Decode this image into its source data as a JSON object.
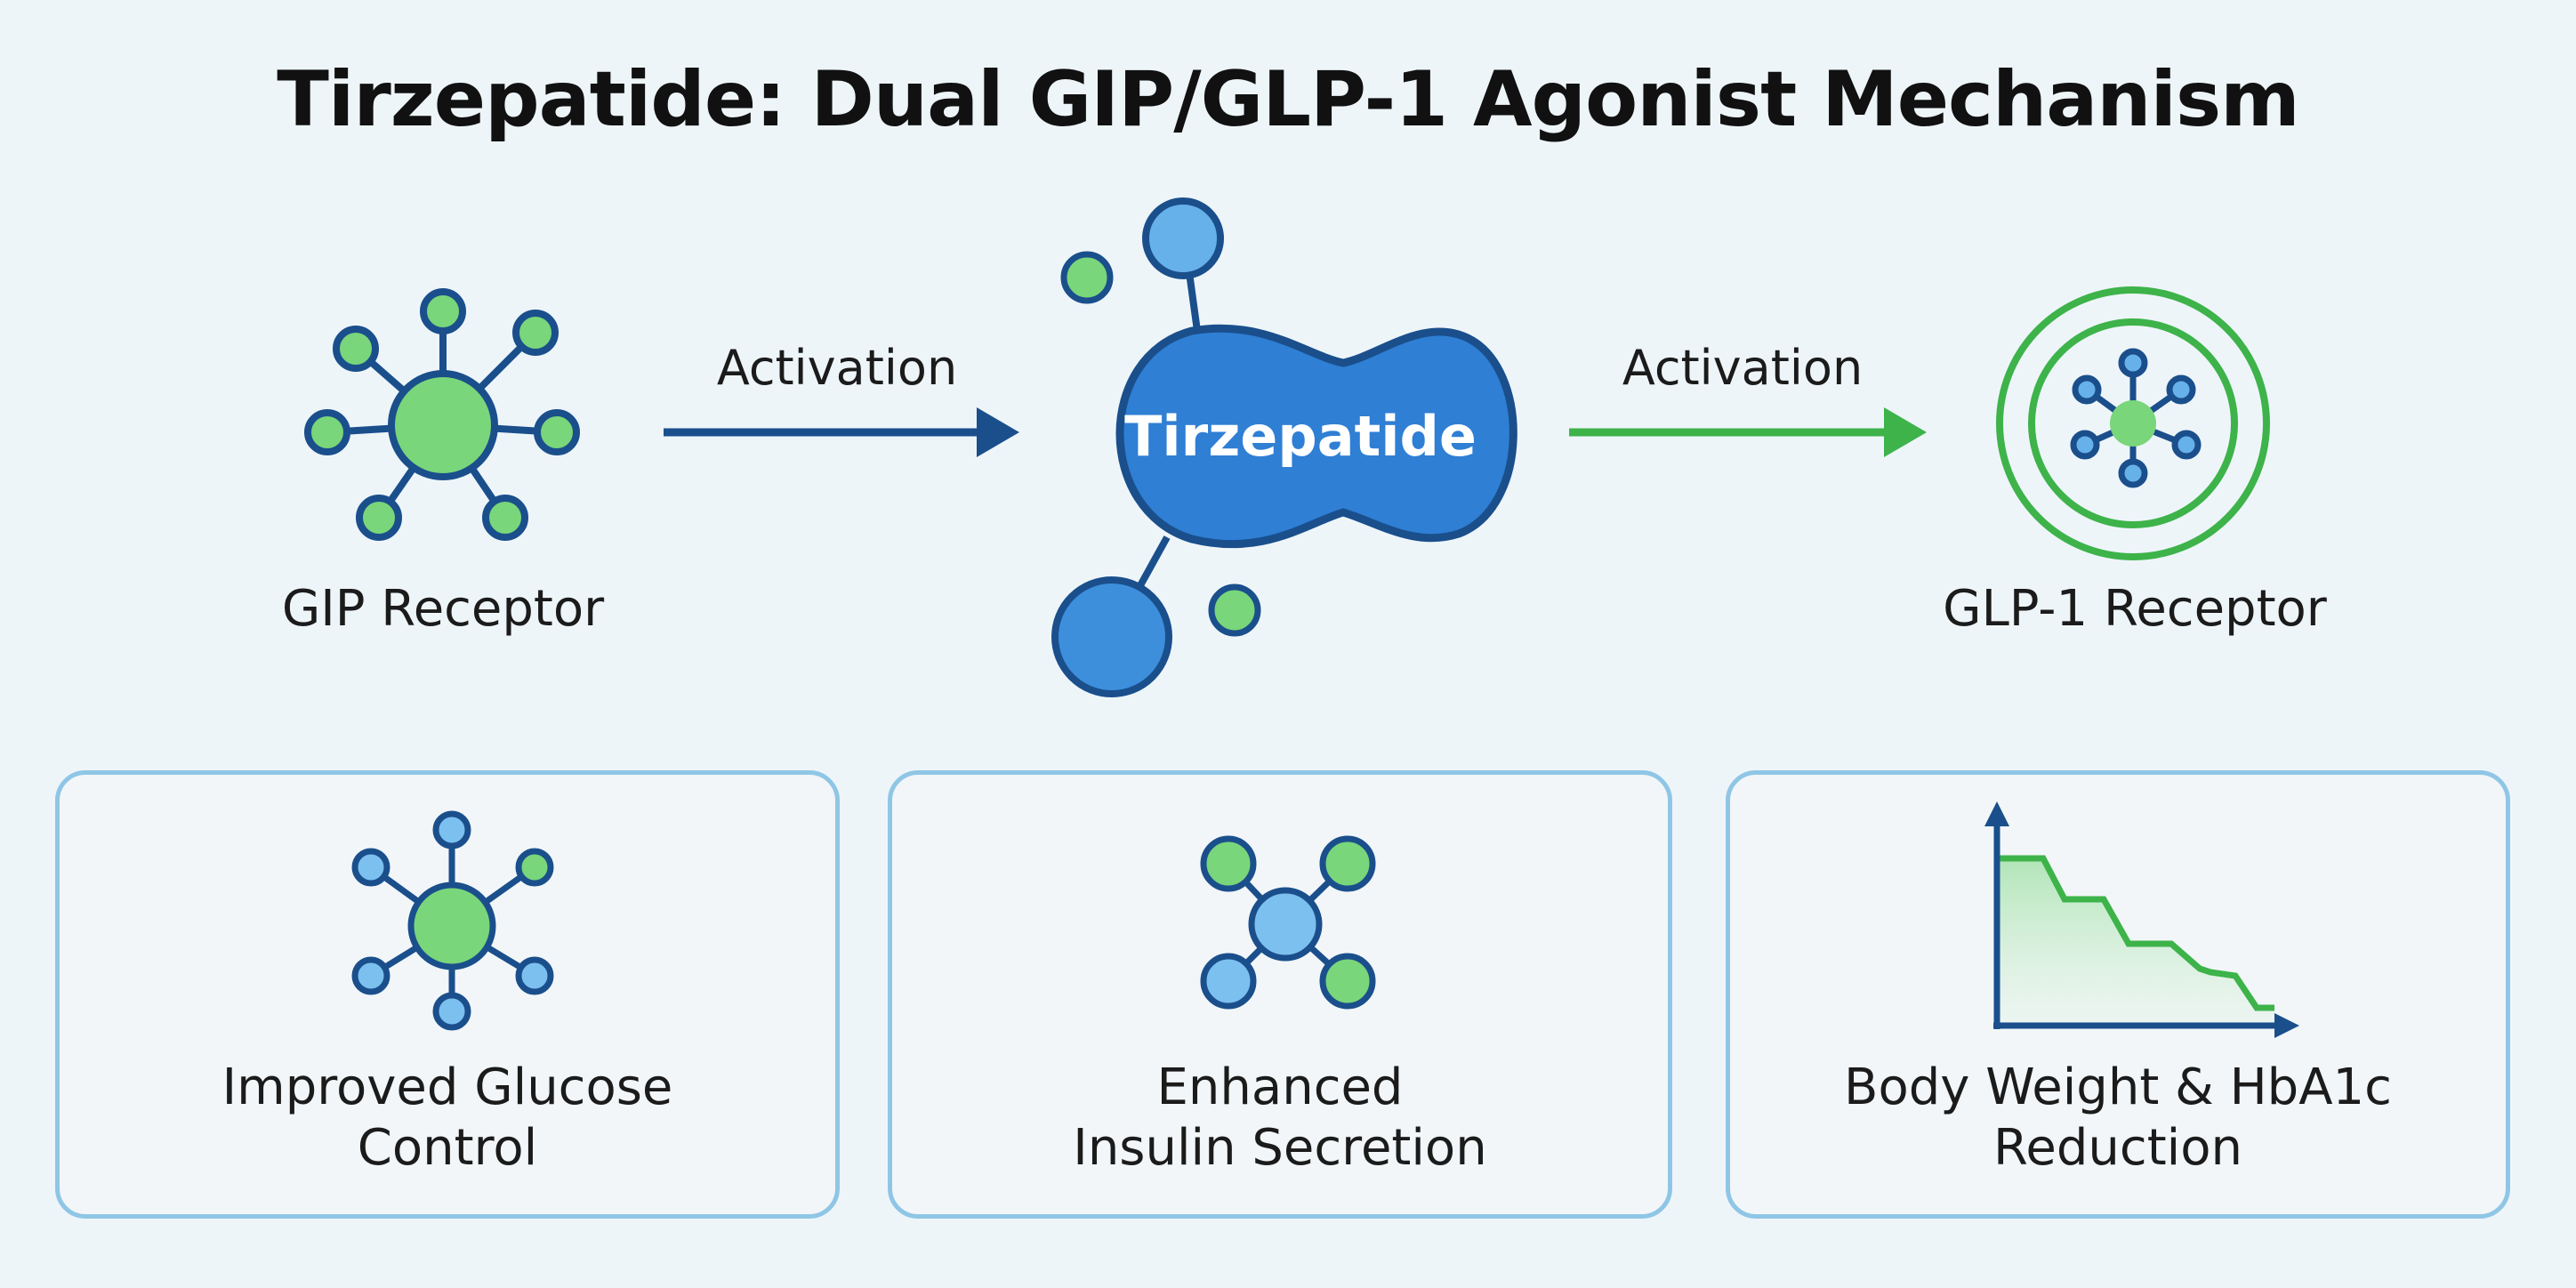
{
  "title": "Tirzepatide: Dual GIP/GLP-1 Agonist Mechanism",
  "molecule_label": "Tirzepatide",
  "left_receptor_label": "GIP Receptor",
  "right_receptor_label": "GLP-1 Receptor",
  "left_arrow_label": "Activation",
  "right_arrow_label": "Activation",
  "cards": [
    {
      "line1": "Improved Glucose",
      "line2": "Control"
    },
    {
      "line1": "Enhanced",
      "line2": "Insulin Secretion"
    },
    {
      "line1": "Body Weight & HbA1c",
      "line2": "Reduction"
    }
  ],
  "colors": {
    "navy": "#1a4f8c",
    "blue": "#2f80d0",
    "light_blue": "#7cc0f0",
    "green": "#3db34a",
    "light_green": "#79d67a",
    "card_border": "#8fc6e6"
  },
  "icons": [
    "gip-receptor-icon",
    "tirzepatide-molecule-icon",
    "glp1-receptor-icon",
    "glucose-network-icon",
    "insulin-molecule-icon",
    "weight-decline-chart-icon"
  ]
}
